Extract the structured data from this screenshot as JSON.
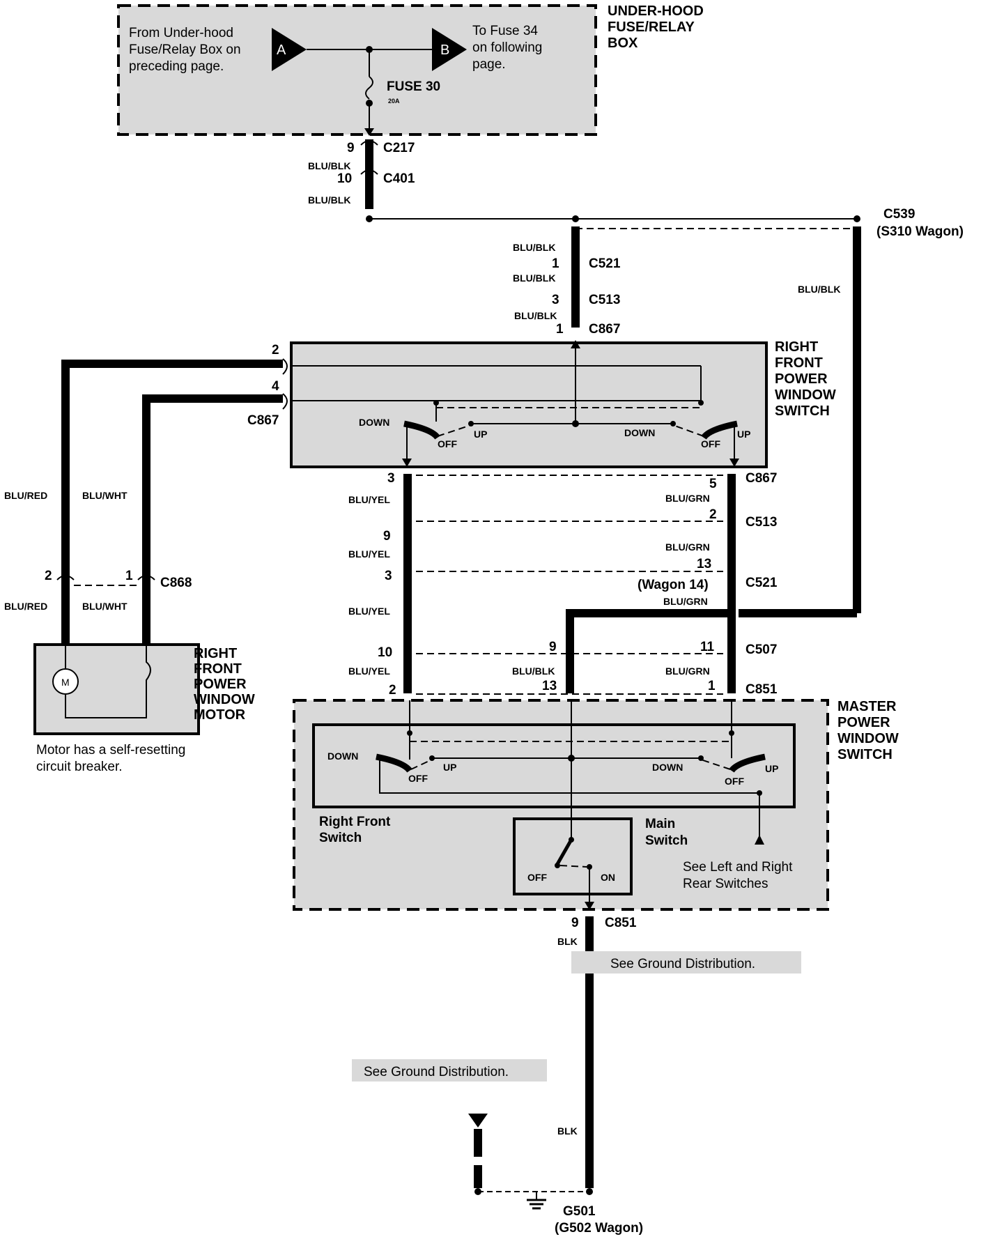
{
  "fuse_box": {
    "title_lines": [
      "UNDER-HOOD",
      "FUSE/RELAY",
      "BOX"
    ],
    "from_lines": [
      "From Under-hood",
      "Fuse/Relay Box on",
      "preceding page."
    ],
    "to_lines": [
      "To Fuse 34",
      "on  following",
      "page."
    ],
    "node_a": "A",
    "node_b": "B",
    "fuse_label": "FUSE  30",
    "fuse_rating": "20A"
  },
  "connectors": {
    "c217": "C217",
    "c217_pin": "9",
    "c401": "C401",
    "c401_pin": "10",
    "c539_lines": [
      "C539",
      "(S310 Wagon)"
    ],
    "c521_top": "C521",
    "c521_top_pin": "1",
    "c513_top": "C513",
    "c513_top_pin": "3",
    "c867_top": "C867",
    "c867_top_pin": "1",
    "c867_left": "C867",
    "c867_left_pin2": "2",
    "c867_left_pin4": "4",
    "c867_mid": "C867",
    "c867_mid_pin3": "3",
    "c867_mid_pin5": "5",
    "c513_mid": "C513",
    "c513_mid_pin9": "9",
    "c513_mid_pin2": "2",
    "c521_mid": "C521",
    "c521_mid_pin3": "3",
    "c521_mid_pin13": "13",
    "c521_wagon": "(Wagon 14)",
    "c507": "C507",
    "c507_pin10": "10",
    "c507_pin9": "9",
    "c507_pin11": "11",
    "c851_top": "C851",
    "c851_pin2": "2",
    "c851_pin13": "13",
    "c851_pin1": "1",
    "c868": "C868",
    "c868_pin2": "2",
    "c868_pin1": "1",
    "c851_bot": "C851",
    "c851_bot_pin": "9",
    "g501": "G501",
    "g502": "(G502 Wagon)"
  },
  "wires": {
    "blu_blk": "BLU/BLK",
    "blu_red": "BLU/RED",
    "blu_wht": "BLU/WHT",
    "blu_yel": "BLU/YEL",
    "blu_grn": "BLU/GRN",
    "blk": "BLK"
  },
  "rf_switch": {
    "title_lines": [
      "RIGHT",
      "FRONT",
      "POWER",
      "WINDOW",
      "SWITCH"
    ],
    "down": "DOWN",
    "off": "OFF",
    "up": "UP"
  },
  "motor": {
    "title_lines": [
      "RIGHT",
      "FRONT",
      "POWER",
      "WINDOW",
      "MOTOR"
    ],
    "symbol": "M",
    "note_lines": [
      "Motor has a self-resetting",
      "circuit breaker."
    ]
  },
  "master_switch": {
    "title_lines": [
      "MASTER",
      "POWER",
      "WINDOW",
      "SWITCH"
    ],
    "rf_label_lines": [
      "Right Front",
      "Switch"
    ],
    "main_label_lines": [
      "Main",
      "Switch"
    ],
    "see_rear_lines": [
      "See  Left and Right",
      "Rear Switches"
    ],
    "down": "DOWN",
    "off": "OFF",
    "up": "UP",
    "on": "ON"
  },
  "notes": {
    "ground_dist_1": "See Ground Distribution.",
    "ground_dist_2": "See Ground Distribution."
  }
}
